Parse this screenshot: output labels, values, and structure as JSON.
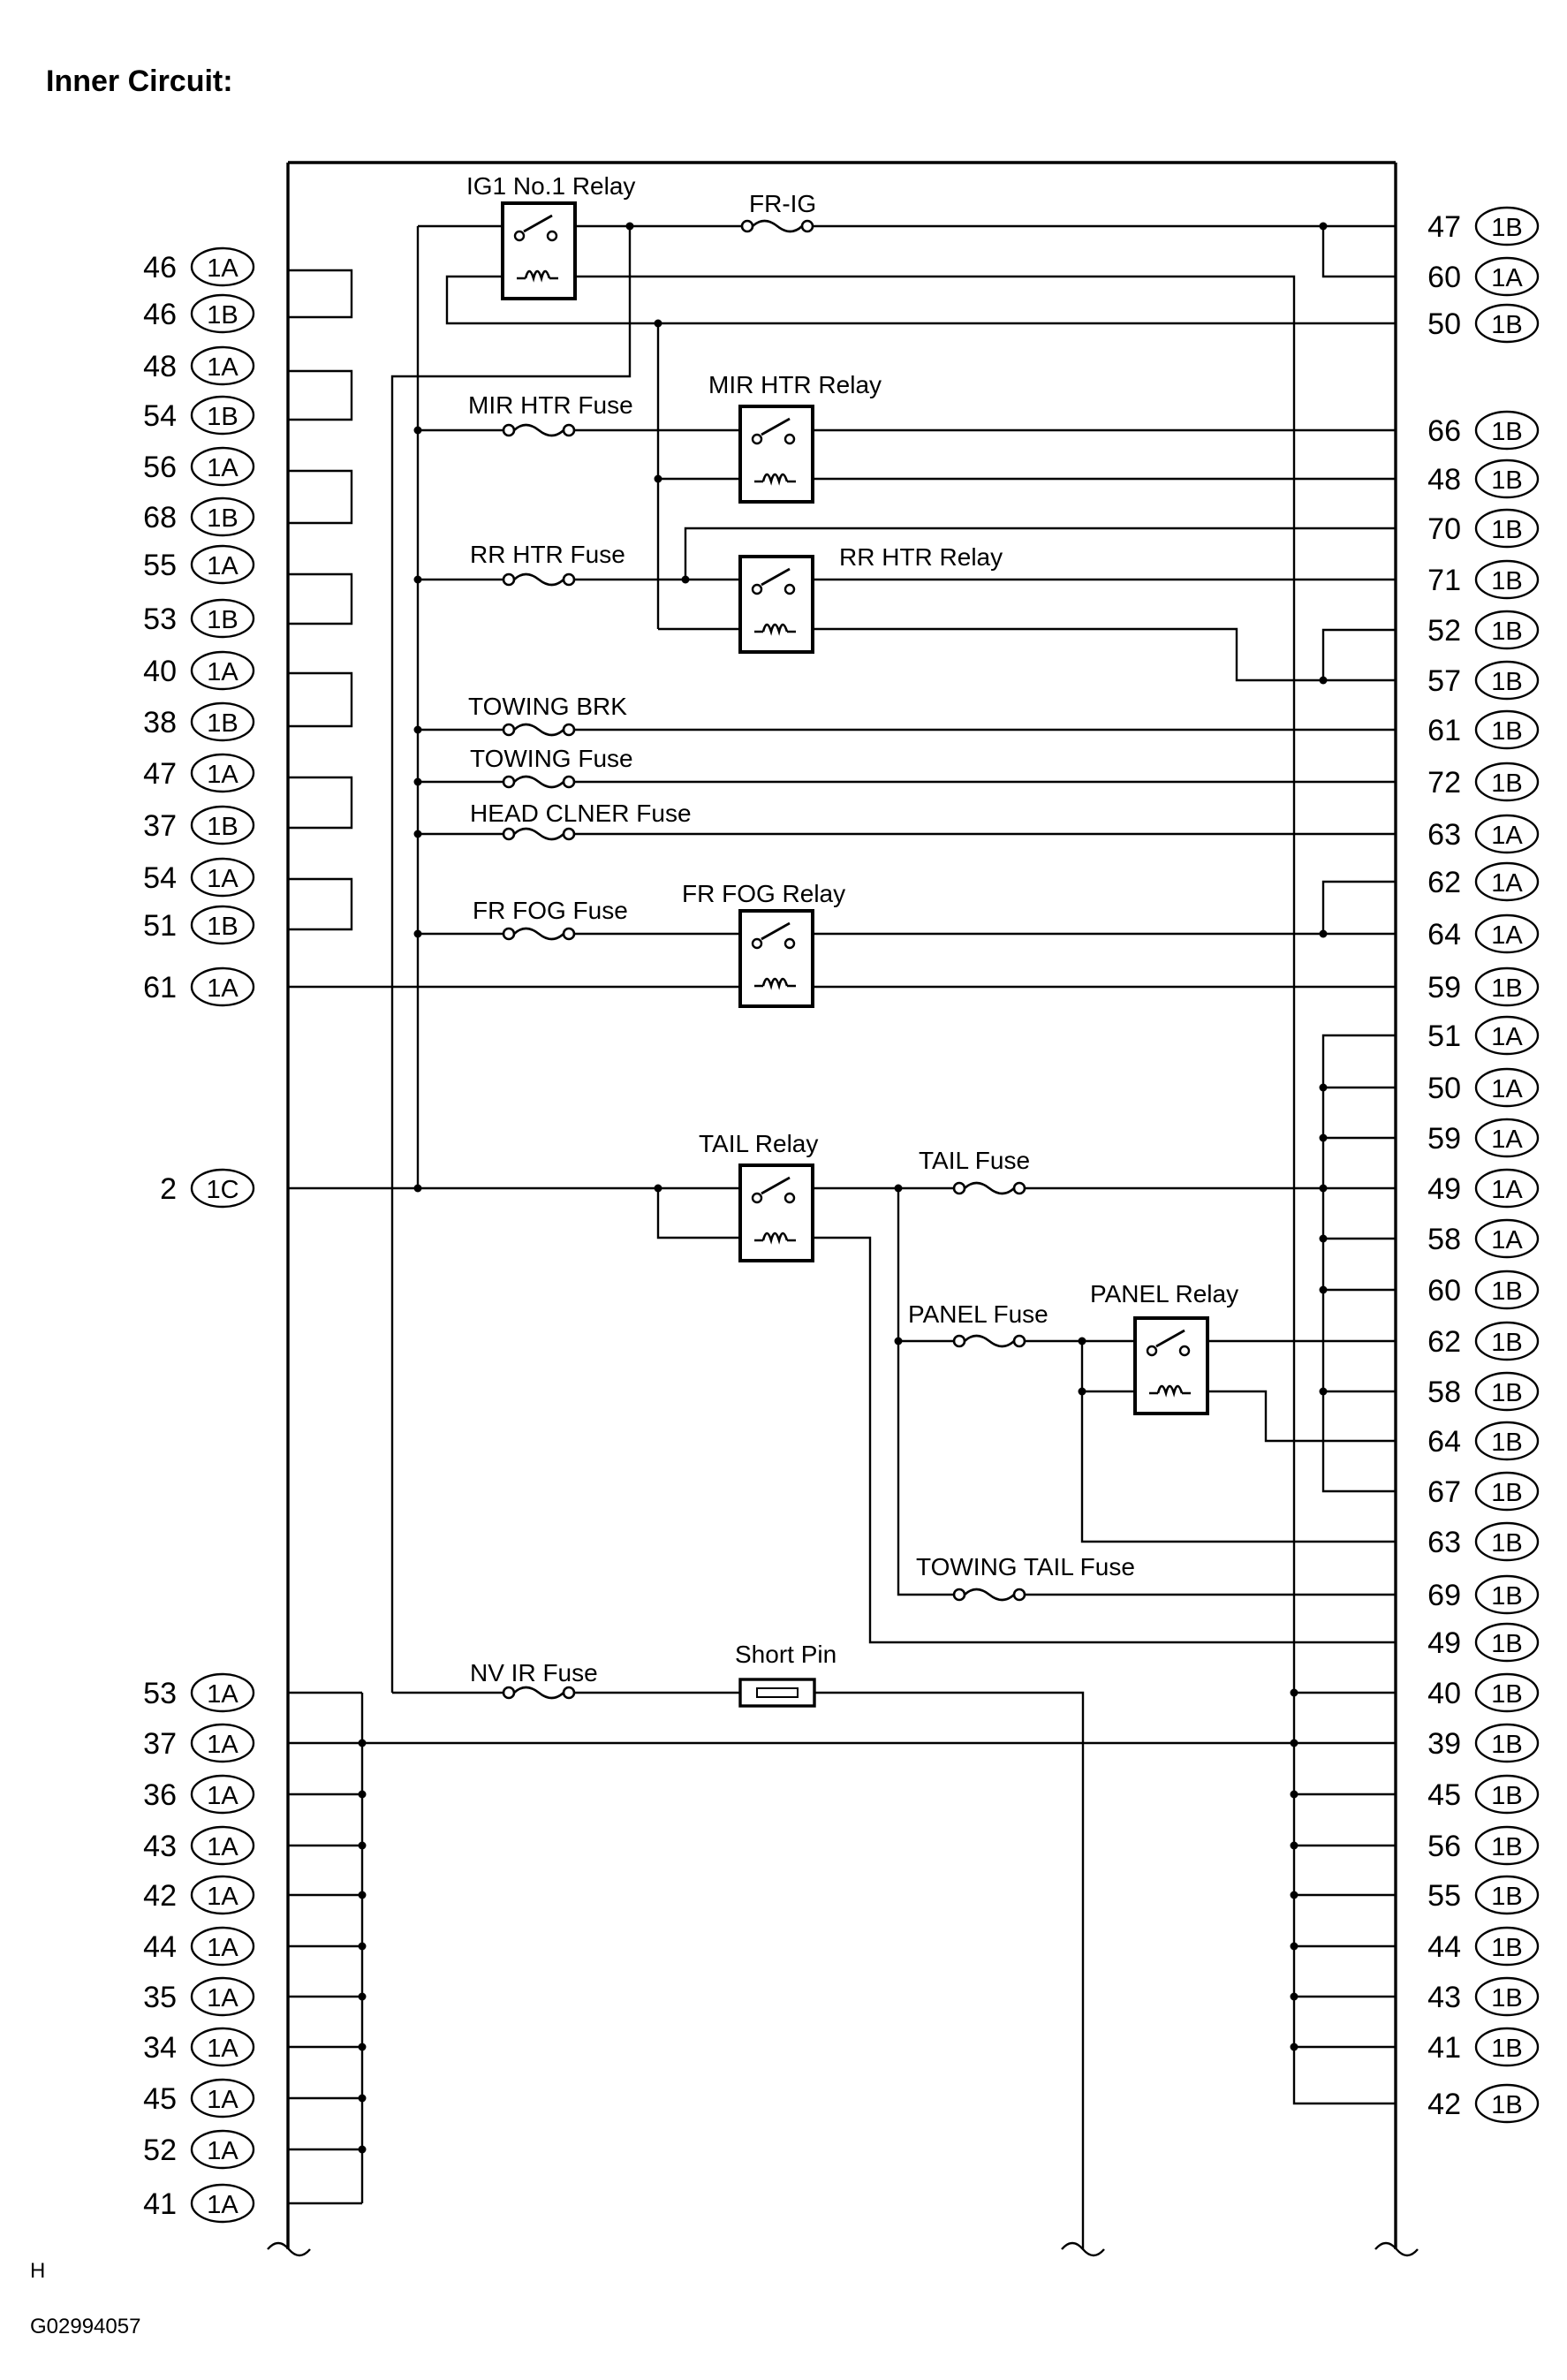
{
  "title": "Inner Circuit:",
  "footer": {
    "corner_letter": "H",
    "figure_id": "G02994057"
  },
  "relays": [
    "IG1 No.1 Relay",
    "MIR HTR Relay",
    "RR HTR Relay",
    "FR FOG Relay",
    "TAIL Relay",
    "PANEL Relay"
  ],
  "fuses": [
    "FR-IG",
    "MIR HTR Fuse",
    "RR HTR Fuse",
    "TOWING BRK",
    "TOWING Fuse",
    "HEAD CLNER Fuse",
    "FR FOG Fuse",
    "TAIL Fuse",
    "PANEL Fuse",
    "TOWING TAIL Fuse",
    "NV IR Fuse"
  ],
  "short_pin": "Short Pin",
  "left_pins": [
    {
      "pin": "46",
      "conn": "1A"
    },
    {
      "pin": "46",
      "conn": "1B"
    },
    {
      "pin": "48",
      "conn": "1A"
    },
    {
      "pin": "54",
      "conn": "1B"
    },
    {
      "pin": "56",
      "conn": "1A"
    },
    {
      "pin": "68",
      "conn": "1B"
    },
    {
      "pin": "55",
      "conn": "1A"
    },
    {
      "pin": "53",
      "conn": "1B"
    },
    {
      "pin": "40",
      "conn": "1A"
    },
    {
      "pin": "38",
      "conn": "1B"
    },
    {
      "pin": "47",
      "conn": "1A"
    },
    {
      "pin": "37",
      "conn": "1B"
    },
    {
      "pin": "54",
      "conn": "1A"
    },
    {
      "pin": "51",
      "conn": "1B"
    },
    {
      "pin": "61",
      "conn": "1A"
    },
    {
      "pin": "2",
      "conn": "1C"
    },
    {
      "pin": "53",
      "conn": "1A"
    },
    {
      "pin": "37",
      "conn": "1A"
    },
    {
      "pin": "36",
      "conn": "1A"
    },
    {
      "pin": "43",
      "conn": "1A"
    },
    {
      "pin": "42",
      "conn": "1A"
    },
    {
      "pin": "44",
      "conn": "1A"
    },
    {
      "pin": "35",
      "conn": "1A"
    },
    {
      "pin": "34",
      "conn": "1A"
    },
    {
      "pin": "45",
      "conn": "1A"
    },
    {
      "pin": "52",
      "conn": "1A"
    },
    {
      "pin": "41",
      "conn": "1A"
    }
  ],
  "right_pins": [
    {
      "pin": "47",
      "conn": "1B"
    },
    {
      "pin": "60",
      "conn": "1A"
    },
    {
      "pin": "50",
      "conn": "1B"
    },
    {
      "pin": "66",
      "conn": "1B"
    },
    {
      "pin": "48",
      "conn": "1B"
    },
    {
      "pin": "70",
      "conn": "1B"
    },
    {
      "pin": "71",
      "conn": "1B"
    },
    {
      "pin": "52",
      "conn": "1B"
    },
    {
      "pin": "57",
      "conn": "1B"
    },
    {
      "pin": "61",
      "conn": "1B"
    },
    {
      "pin": "72",
      "conn": "1B"
    },
    {
      "pin": "63",
      "conn": "1A"
    },
    {
      "pin": "62",
      "conn": "1A"
    },
    {
      "pin": "64",
      "conn": "1A"
    },
    {
      "pin": "59",
      "conn": "1B"
    },
    {
      "pin": "51",
      "conn": "1A"
    },
    {
      "pin": "50",
      "conn": "1A"
    },
    {
      "pin": "59",
      "conn": "1A"
    },
    {
      "pin": "49",
      "conn": "1A"
    },
    {
      "pin": "58",
      "conn": "1A"
    },
    {
      "pin": "60",
      "conn": "1B"
    },
    {
      "pin": "62",
      "conn": "1B"
    },
    {
      "pin": "58",
      "conn": "1B"
    },
    {
      "pin": "64",
      "conn": "1B"
    },
    {
      "pin": "67",
      "conn": "1B"
    },
    {
      "pin": "63",
      "conn": "1B"
    },
    {
      "pin": "69",
      "conn": "1B"
    },
    {
      "pin": "49",
      "conn": "1B"
    },
    {
      "pin": "40",
      "conn": "1B"
    },
    {
      "pin": "39",
      "conn": "1B"
    },
    {
      "pin": "45",
      "conn": "1B"
    },
    {
      "pin": "56",
      "conn": "1B"
    },
    {
      "pin": "55",
      "conn": "1B"
    },
    {
      "pin": "44",
      "conn": "1B"
    },
    {
      "pin": "43",
      "conn": "1B"
    },
    {
      "pin": "41",
      "conn": "1B"
    },
    {
      "pin": "42",
      "conn": "1B"
    }
  ]
}
